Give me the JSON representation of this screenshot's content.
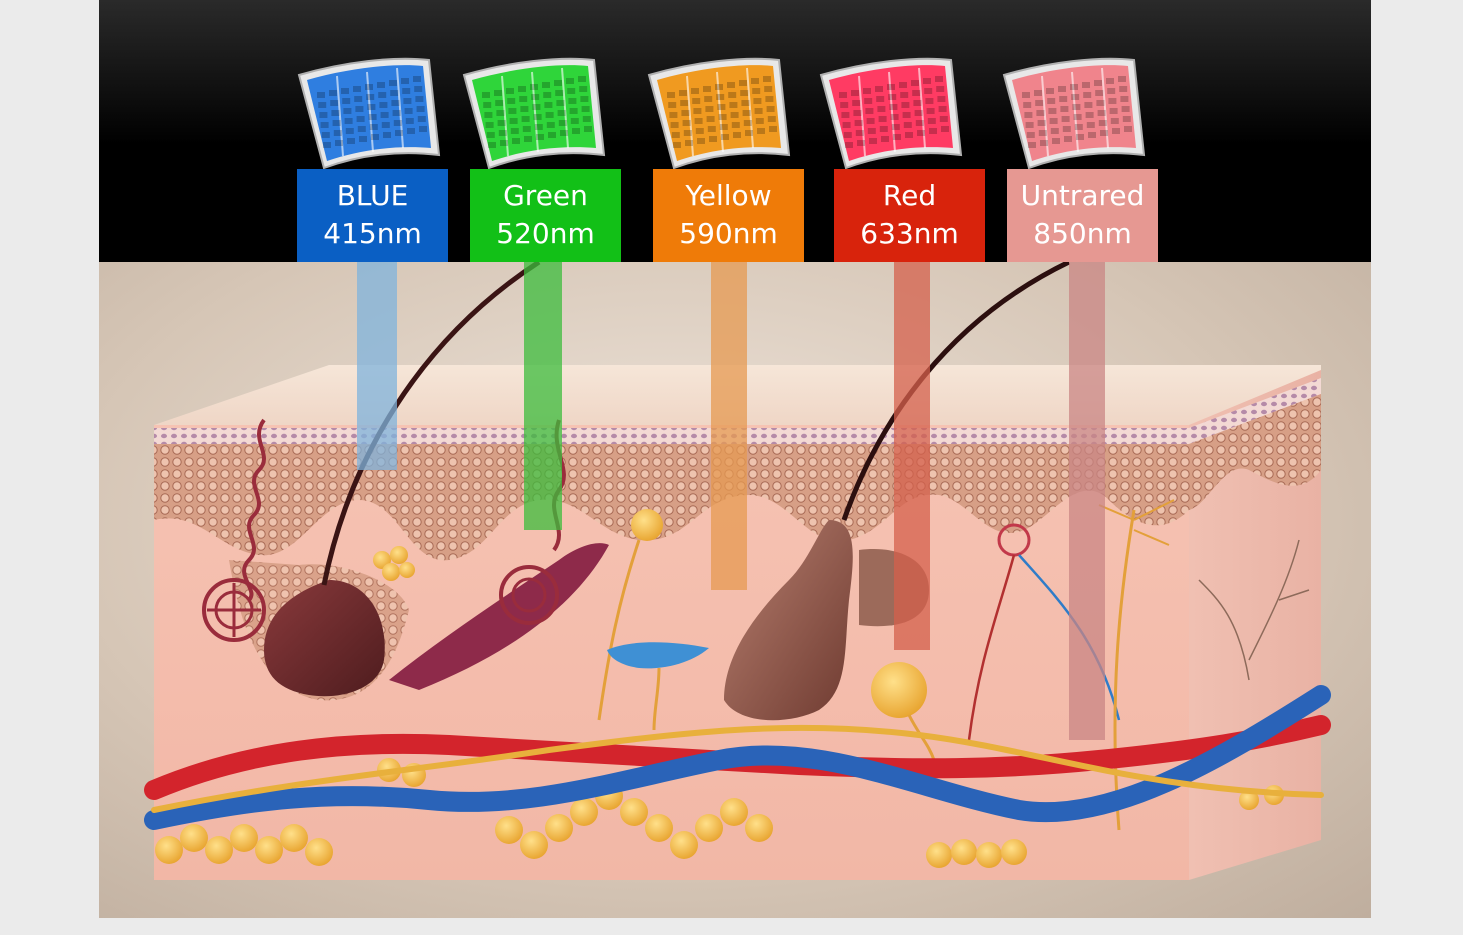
{
  "lights": [
    {
      "name": "BLUE",
      "wavelength": "415nm",
      "color": "#0a5fc4",
      "panel": "#2f7ee0",
      "beam": "#7fb3dc"
    },
    {
      "name": "Green",
      "wavelength": "520nm",
      "color": "#12c017",
      "panel": "#2fd53a",
      "beam": "#3cbc3c"
    },
    {
      "name": "Yellow",
      "wavelength": "590nm",
      "color": "#ef7b08",
      "panel": "#f09a20",
      "beam": "#e59a52"
    },
    {
      "name": "Red",
      "wavelength": "633nm",
      "color": "#d8230c",
      "panel": "#ff3b63",
      "beam": "#d4604c"
    },
    {
      "name": "Untrared",
      "wavelength": "850nm",
      "color": "#e69892",
      "panel": "#f0848c",
      "beam": "#c98584"
    }
  ]
}
